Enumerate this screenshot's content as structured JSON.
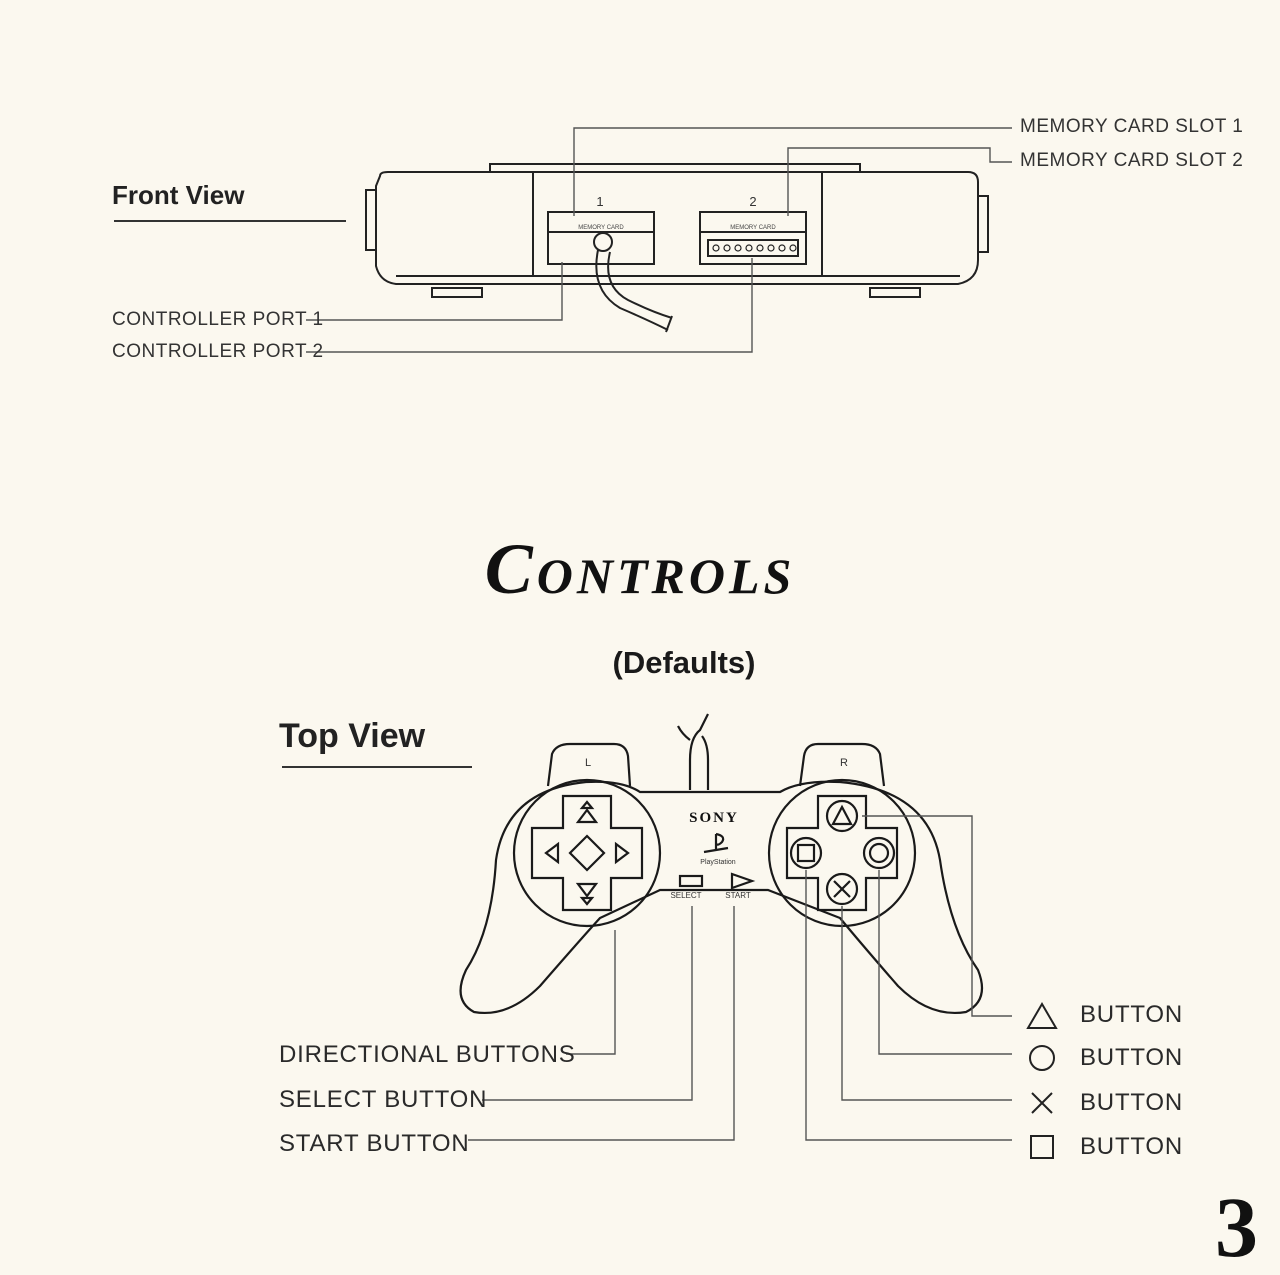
{
  "front_view": {
    "title": "Front View",
    "labels": {
      "memory_card_slot_1": "MEMORY CARD SLOT 1",
      "memory_card_slot_2": "MEMORY CARD SLOT 2",
      "controller_port_1": "CONTROLLER PORT 1",
      "controller_port_2": "CONTROLLER PORT 2"
    },
    "console": {
      "port_number_1": "1",
      "port_number_2": "2",
      "memory_card_tag_1": "MEMORY CARD",
      "memory_card_tag_2": "MEMORY CARD"
    }
  },
  "controls": {
    "title": "Controls",
    "subtitle": "(Defaults)"
  },
  "top_view": {
    "title": "Top View",
    "controller": {
      "brand": "SONY",
      "logo_text": "PlayStation",
      "l_label": "L",
      "r_label": "R",
      "select_label": "SELECT",
      "start_label": "START"
    },
    "left_labels": {
      "directional": "DIRECTIONAL BUTTONS",
      "select": "SELECT BUTTON",
      "start": "START BUTTON"
    },
    "right_labels": {
      "triangle": "BUTTON",
      "circle": "BUTTON",
      "cross": "BUTTON",
      "square": "BUTTON"
    },
    "button_icons": [
      "triangle-icon",
      "circle-icon",
      "cross-icon",
      "square-icon"
    ]
  },
  "page_number": "3"
}
